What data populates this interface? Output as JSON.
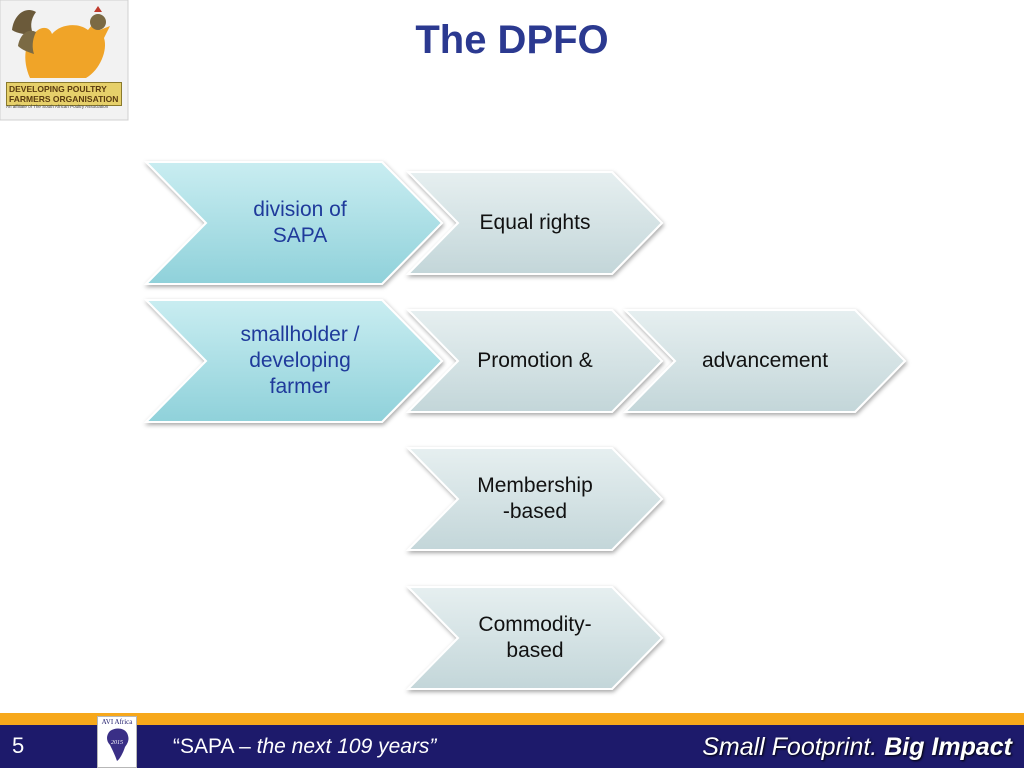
{
  "slide": {
    "title": "The DPFO",
    "page_number": "5"
  },
  "logo": {
    "line1": "DEVELOPING POULTRY",
    "line2": "FARMERS ORGANISATION",
    "line3": "An affiliate of The South African Poultry Association",
    "icon": "rooster-icon"
  },
  "diagram": {
    "rows": [
      {
        "primary": [
          "division of",
          "SAPA"
        ],
        "secondary": [
          [
            "Equal rights"
          ]
        ]
      },
      {
        "primary": [
          "smallholder /",
          "developing",
          "farmer"
        ],
        "secondary": [
          [
            "Promotion &"
          ],
          [
            "advancement"
          ]
        ]
      },
      {
        "primary": [],
        "secondary": [
          [
            "Membership",
            "-based"
          ]
        ]
      },
      {
        "primary": [],
        "secondary": [
          [
            "Commodity-",
            "based"
          ]
        ]
      }
    ],
    "colors": {
      "primary_fill": "#a9dde3",
      "secondary_fill": "#d6e3e5",
      "primary_text": "#1f3a9b",
      "secondary_text": "#111111"
    }
  },
  "footer": {
    "avi_label": "AVI Africa",
    "avi_year": "2015",
    "slogan_open": "“SAPA – ",
    "slogan_italic": "the next 109 years”",
    "tagline_light": "Small Footprint.",
    "tagline_bold": " Big Impact",
    "colors": {
      "bar": "#1d1a6b",
      "accent": "#f7a81b"
    }
  }
}
